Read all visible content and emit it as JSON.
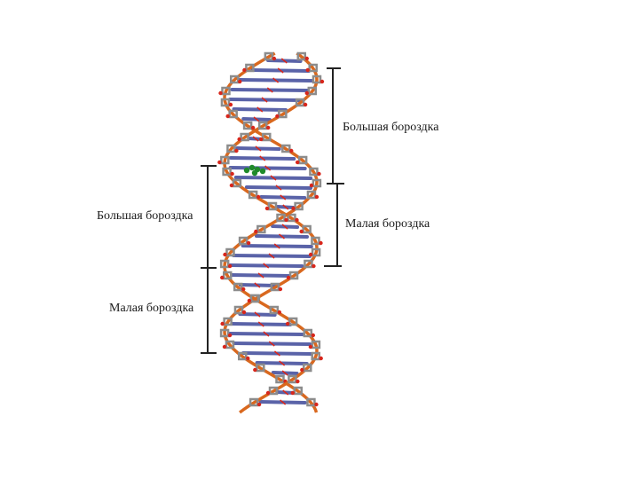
{
  "labels": {
    "right_major": "Большая бороздка",
    "right_minor": "Малая бороздка",
    "left_major": "Большая бороздка",
    "left_minor": "Малая бороздка"
  },
  "colors": {
    "backbone": "#d9681e",
    "phosphate": "#d8261b",
    "sugar": "#8c8c8c",
    "base": "#5a63a8",
    "ligand": "#1f8a2a",
    "bracket": "#222222"
  }
}
